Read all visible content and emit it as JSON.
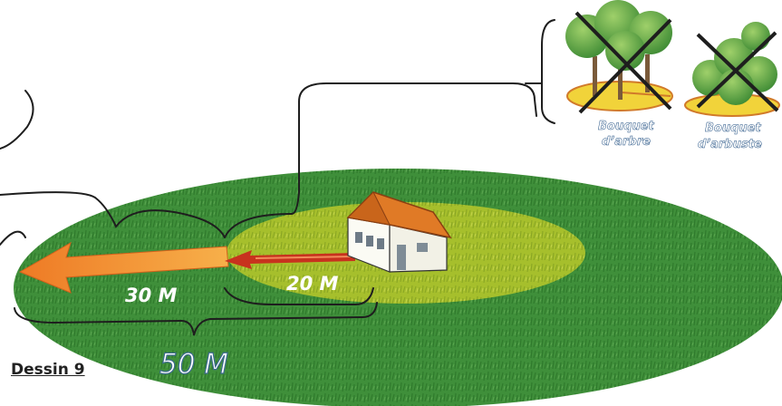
{
  "labels": {
    "outer_distance": "30 M",
    "inner_distance": "20 M",
    "total_distance": "50 M",
    "caption": "Dessin 9"
  },
  "legend": {
    "tree_label_line1": "Bouquet",
    "tree_label_line2": "d’arbre",
    "shrub_label_line1": "Bouquet",
    "shrub_label_line2": "d’arbuste"
  },
  "colors": {
    "outer_lawn": "#3f8f3a",
    "inner_lawn": "#a6bf2c",
    "arrow": "#f08a2a",
    "small_arrow": "#c8321e",
    "house_roof": "#e07a26",
    "house_wall": "#fbfbf4",
    "bracket": "#1e1e1e",
    "cross": "#1e1e1e",
    "label_text": "#ffffff"
  },
  "icons": [
    "tree-cluster-icon",
    "shrub-cluster-icon",
    "house-icon"
  ]
}
